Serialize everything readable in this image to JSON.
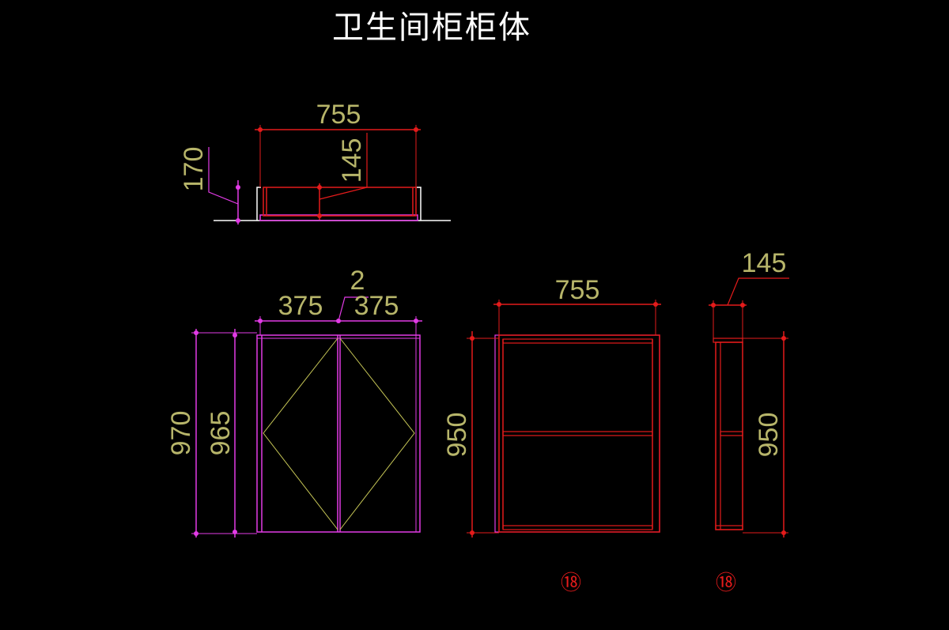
{
  "title": "卫生间柜柜体",
  "colors": {
    "background": "#000000",
    "dimension_text": "#b7b56a",
    "magenta": "#e23be6",
    "red": "#e41b1b",
    "yellow_line": "#c8c857",
    "white": "#ffffff"
  },
  "plan_view": {
    "width_label": "755",
    "height_label": "170",
    "depth_label": "145"
  },
  "front_view": {
    "gap_label": "2",
    "left_door_label": "375",
    "right_door_label": "375",
    "outer_height_label": "970",
    "inner_height_label": "965"
  },
  "carcass_front_view": {
    "width_label": "755",
    "height_label": "950",
    "thickness_tag": "⑱"
  },
  "side_view": {
    "depth_label": "145",
    "height_label": "950",
    "thickness_tag": "⑱"
  }
}
